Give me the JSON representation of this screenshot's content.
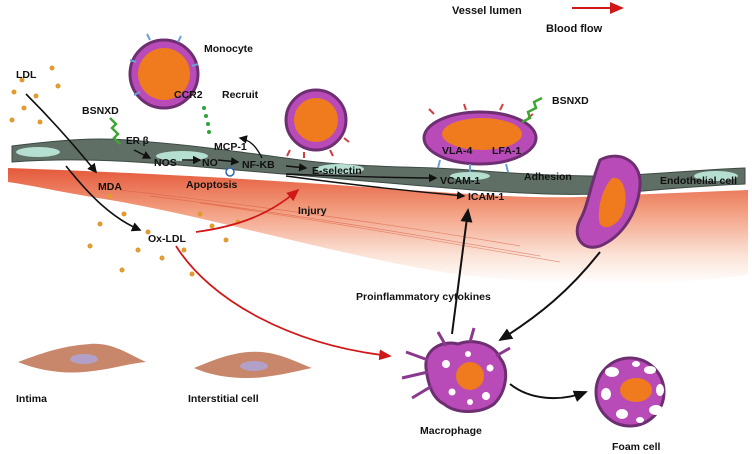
{
  "labels": {
    "vessel_lumen": "Vessel lumen",
    "blood_flow": "Blood flow",
    "monocyte": "Monocyte",
    "ccr2": "CCR2",
    "recruit": "Recruit",
    "ldl": "LDL",
    "bsnxd_left": "BSNXD",
    "bsnxd_right": "BSNXD",
    "er_beta": "ER β",
    "mcp1": "MCP-1",
    "nos": "NOS",
    "no": "NO",
    "nf_kb": "NF-KB",
    "e_selectin": "E-selectin",
    "mda": "MDA",
    "apoptosis": "Apoptosis",
    "vla4": "VLA-4",
    "lfa1": "LFA-1",
    "vcam1": "VCAM-1",
    "adhesion": "Adhesion",
    "icam1": "ICAM-1",
    "endothelial_cell": "Endothelial cell",
    "injury": "Injury",
    "ox_ldl": "Ox-LDL",
    "proinflammatory_cytokines": "Proinflammatory cytokines",
    "intima": "Intima",
    "interstitial_cell": "Interstitial cell",
    "macrophage": "Macrophage",
    "foam_cell": "Foam cell"
  },
  "colors": {
    "arrow_red": "#d01818",
    "arrow_black": "#111111",
    "cell_membrane": "#8a3a8e",
    "nucleus": "#f07a1e",
    "endothelium": "#5f6f66",
    "endothelial_nucleus": "#b5dfd1",
    "intima_red": "#e86a4e",
    "interstitial_cell": "#c8876a",
    "ldl_particle": "#e39a2f",
    "bsnxd": "#3fa535"
  }
}
